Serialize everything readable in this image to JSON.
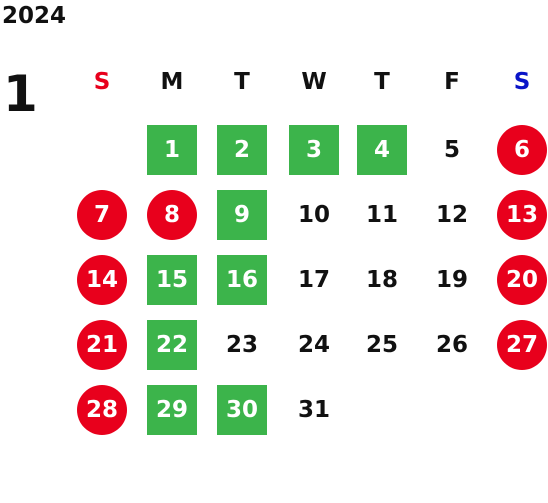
{
  "calendar": {
    "year": "2024",
    "month": "1",
    "colors": {
      "sunday_header": "#e8001c",
      "saturday_header": "#0a14c8",
      "holiday_circle": "#e8001c",
      "highlight_square": "#3cb44b",
      "default_text": "#111111"
    },
    "weekdays": [
      {
        "label": "S",
        "kind": "sun"
      },
      {
        "label": "M",
        "kind": "weekday"
      },
      {
        "label": "T",
        "kind": "weekday"
      },
      {
        "label": "W",
        "kind": "weekday"
      },
      {
        "label": "T",
        "kind": "weekday"
      },
      {
        "label": "F",
        "kind": "weekday"
      },
      {
        "label": "S",
        "kind": "sat"
      }
    ],
    "weeks": [
      [
        null,
        {
          "day": "1",
          "style": "green"
        },
        {
          "day": "2",
          "style": "green"
        },
        {
          "day": "3",
          "style": "green"
        },
        {
          "day": "4",
          "style": "green"
        },
        {
          "day": "5",
          "style": "plain"
        },
        {
          "day": "6",
          "style": "red"
        }
      ],
      [
        {
          "day": "7",
          "style": "red"
        },
        {
          "day": "8",
          "style": "red"
        },
        {
          "day": "9",
          "style": "green"
        },
        {
          "day": "10",
          "style": "plain"
        },
        {
          "day": "11",
          "style": "plain"
        },
        {
          "day": "12",
          "style": "plain"
        },
        {
          "day": "13",
          "style": "red"
        }
      ],
      [
        {
          "day": "14",
          "style": "red"
        },
        {
          "day": "15",
          "style": "green"
        },
        {
          "day": "16",
          "style": "green"
        },
        {
          "day": "17",
          "style": "plain"
        },
        {
          "day": "18",
          "style": "plain"
        },
        {
          "day": "19",
          "style": "plain"
        },
        {
          "day": "20",
          "style": "red"
        }
      ],
      [
        {
          "day": "21",
          "style": "red"
        },
        {
          "day": "22",
          "style": "green"
        },
        {
          "day": "23",
          "style": "plain"
        },
        {
          "day": "24",
          "style": "plain"
        },
        {
          "day": "25",
          "style": "plain"
        },
        {
          "day": "26",
          "style": "plain"
        },
        {
          "day": "27",
          "style": "red"
        }
      ],
      [
        {
          "day": "28",
          "style": "red"
        },
        {
          "day": "29",
          "style": "green"
        },
        {
          "day": "30",
          "style": "green"
        },
        {
          "day": "31",
          "style": "plain"
        },
        null,
        null,
        null
      ]
    ]
  }
}
